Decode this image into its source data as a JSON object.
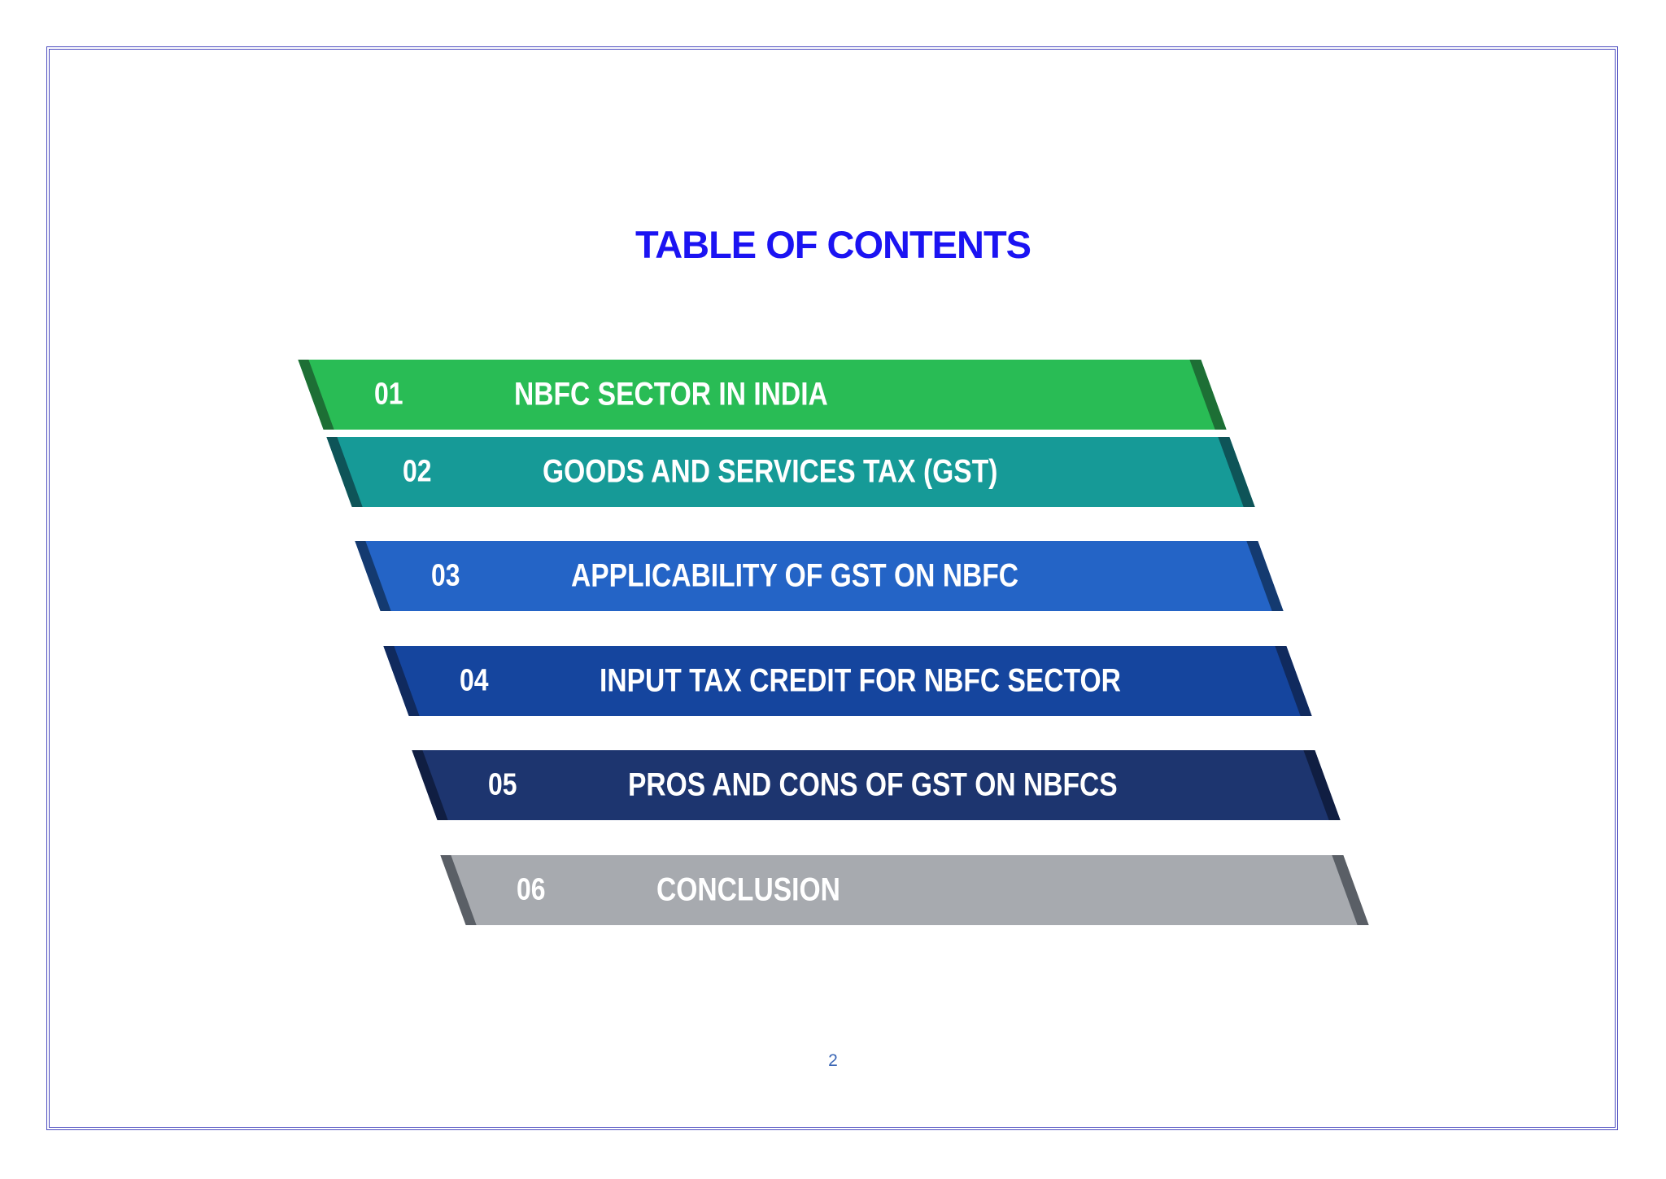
{
  "page": {
    "title": "TABLE OF CONTENTS",
    "title_color": "#1b13f2",
    "page_number": "2",
    "page_number_color": "#3a66b5",
    "border_color": "#4c4cc0",
    "background": "#ffffff",
    "text_color_on_banners": "#ffffff"
  },
  "toc": {
    "items": [
      {
        "number": "01",
        "label": "NBFC SECTOR IN INDIA",
        "color": "#29bc55",
        "edge_color": "#1d6f35"
      },
      {
        "number": "02",
        "label": "GOODS AND SERVICES TAX (GST)",
        "color": "#169a97",
        "edge_color": "#0e5458"
      },
      {
        "number": "03",
        "label": "APPLICABILITY OF GST ON NBFC",
        "color": "#2464c6",
        "edge_color": "#143a70"
      },
      {
        "number": "04",
        "label": "INPUT TAX CREDIT FOR NBFC SECTOR",
        "color": "#15459e",
        "edge_color": "#102a5e"
      },
      {
        "number": "05",
        "label": "PROS AND CONS OF GST ON NBFCS",
        "color": "#1d356f",
        "edge_color": "#101e42"
      },
      {
        "number": "06",
        "label": "CONCLUSION",
        "color": "#a7aaaf",
        "edge_color": "#5a5f66"
      }
    ]
  }
}
